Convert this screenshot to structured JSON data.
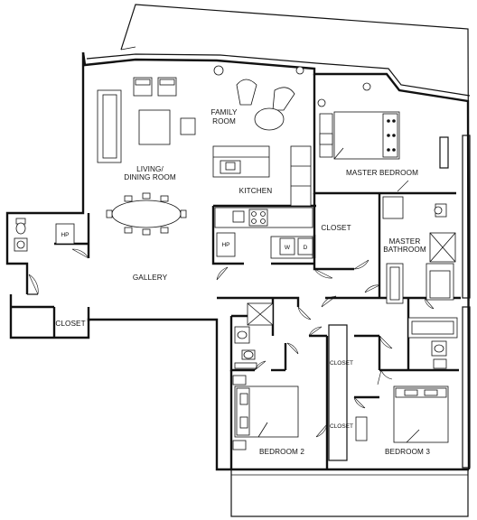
{
  "rooms": {
    "family_room": [
      "FAMILY",
      "ROOM"
    ],
    "living_dining": [
      "LIVING/",
      "DINING ROOM"
    ],
    "kitchen": "KITCHEN",
    "master_bedroom": "MASTER BEDROOM",
    "closet_master": "CLOSET",
    "master_bathroom": [
      "MASTER",
      "BATHROOM"
    ],
    "gallery": "GALLERY",
    "closet_entry": "CLOSET",
    "closet_bed2": "CLOSET",
    "closet_bed3": "CLOSET",
    "bedroom2": "BEDROOM 2",
    "bedroom3": "BEDROOM 3"
  },
  "fixtures": {
    "hp_left": "HP",
    "hp_kitchen": "HP",
    "washer": "W",
    "dryer": "D"
  }
}
